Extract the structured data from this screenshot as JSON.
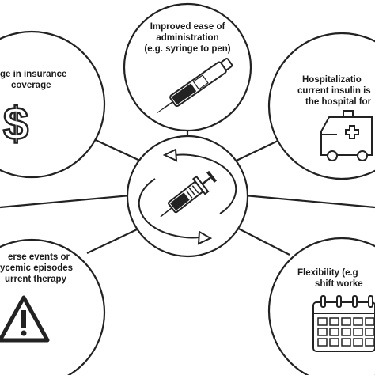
{
  "center": {
    "icon": "syringe-with-cycle-arrows-icon"
  },
  "nodes": [
    {
      "id": "administration",
      "lines": [
        "Improved ease of",
        "administration",
        "(e.g. syringe to pen)"
      ],
      "icon": "insulin-pen-icon"
    },
    {
      "id": "insurance",
      "lines": [
        "ge in insurance",
        "coverage"
      ],
      "icon": "dollar-sign-icon"
    },
    {
      "id": "hospital",
      "lines": [
        "Hospitalizatio",
        "current insulin is",
        "the hospital for"
      ],
      "icon": "ambulance-icon"
    },
    {
      "id": "adverse",
      "lines": [
        "erse events or",
        "ycemic episodes",
        "urrent therapy"
      ],
      "icon": "warning-triangle-icon"
    },
    {
      "id": "flexibility",
      "lines": [
        "Flexibility (e.g",
        "shift worke"
      ],
      "icon": "calendar-icon"
    }
  ]
}
